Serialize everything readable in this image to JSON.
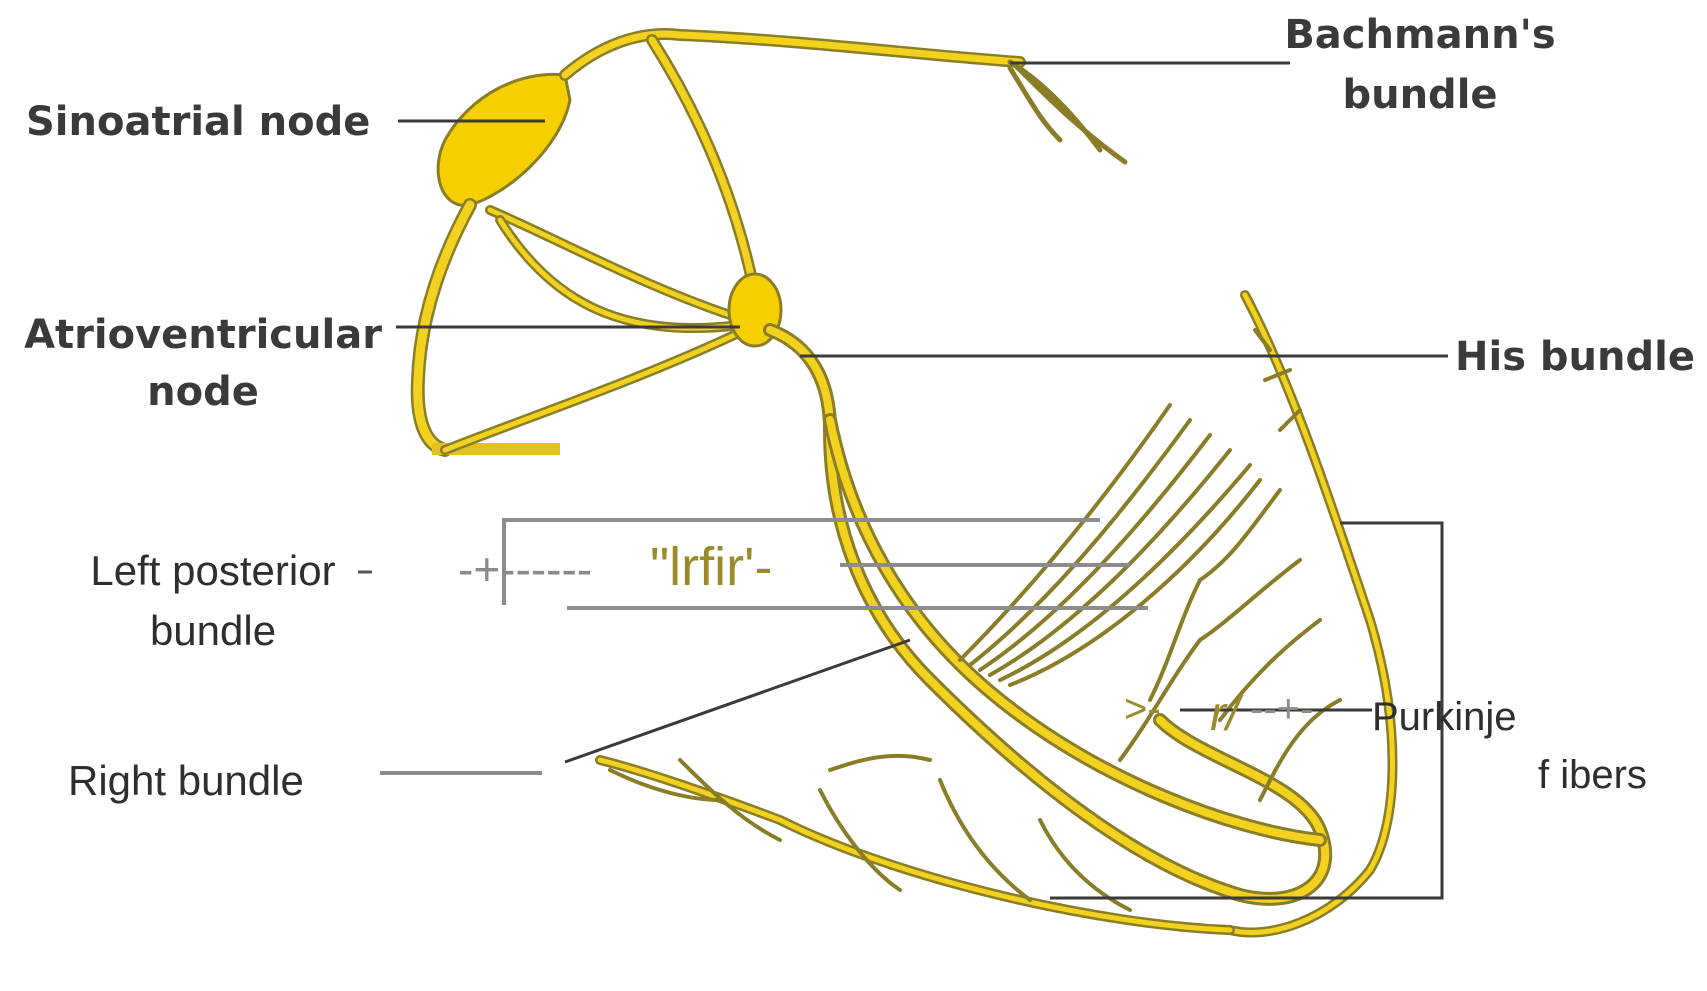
{
  "labels": {
    "sinoatrial": "Sinoatrial node",
    "bachmann_line1": "Bachmann's",
    "bachmann_line2": "bundle",
    "av_line1": "Atrioventricular",
    "av_line2": "node",
    "his": "His bundle",
    "left_posterior_line1": "Left posterior",
    "left_posterior_line2": "bundle",
    "right_bundle": "Right bundle",
    "purkinje_line1": "Purkinje",
    "purkinje_line2": "f ibers"
  },
  "ocr_artifacts": {
    "left_noise": "\"lrfir'-",
    "right_noise": "r/"
  },
  "colors": {
    "conduction_fill": "#f2d21e",
    "conduction_outline": "#8a7d28",
    "node_fill": "#f6cf00",
    "leader_line": "#3a3a3a",
    "artifact_text": "#9a8a2a"
  }
}
